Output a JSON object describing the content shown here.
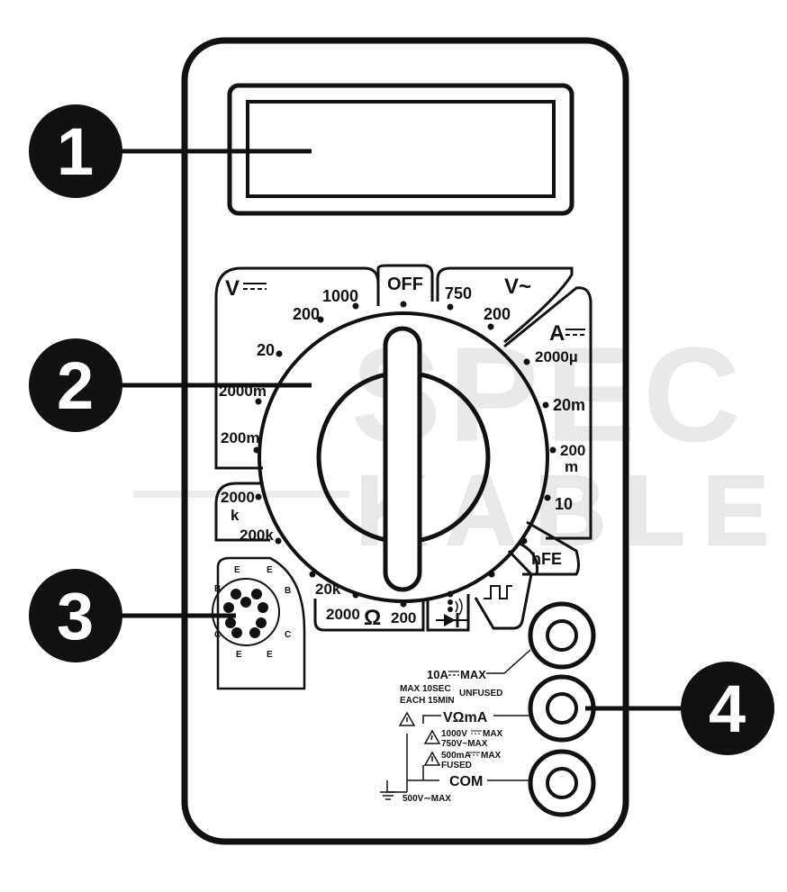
{
  "callouts": [
    "1",
    "2",
    "3",
    "4"
  ],
  "watermark": {
    "line1": "SPEC",
    "line2": "KABLE"
  },
  "dial": {
    "off": "OFF",
    "dcv": {
      "symbol": "V",
      "ranges": [
        "1000",
        "200",
        "20",
        "2000m",
        "200m"
      ]
    },
    "acv": {
      "symbol": "V~",
      "ranges": [
        "750",
        "200"
      ]
    },
    "dca": {
      "symbol": "A",
      "ranges": [
        "2000µ",
        "20m",
        "200",
        "m",
        "10"
      ]
    },
    "hfe": "hFE",
    "ohm": {
      "symbol": "Ω",
      "ranges": [
        "200",
        "2000",
        "20k",
        "200k",
        "2000",
        "k"
      ]
    }
  },
  "transistor_socket": {
    "top": [
      "E",
      "E"
    ],
    "mid": [
      "B",
      "B"
    ],
    "low": [
      "C",
      "C"
    ],
    "bottom": [
      "E",
      "E"
    ]
  },
  "jacks": {
    "a10_label": "10A",
    "a10_max": "MAX",
    "a10_note1": "MAX 10SEC",
    "a10_note2": "EACH 15MIN",
    "unfused": "UNFUSED",
    "vohm_label": "VΩmA",
    "vohm_v": "1000V",
    "vohm_vmax": "MAX",
    "vohm_ac": "750V~MAX",
    "vohm_ma": "500mA",
    "vohm_mamax": "MAX",
    "fused": "FUSED",
    "com_label": "COM",
    "com_max": "500V∼MAX"
  }
}
